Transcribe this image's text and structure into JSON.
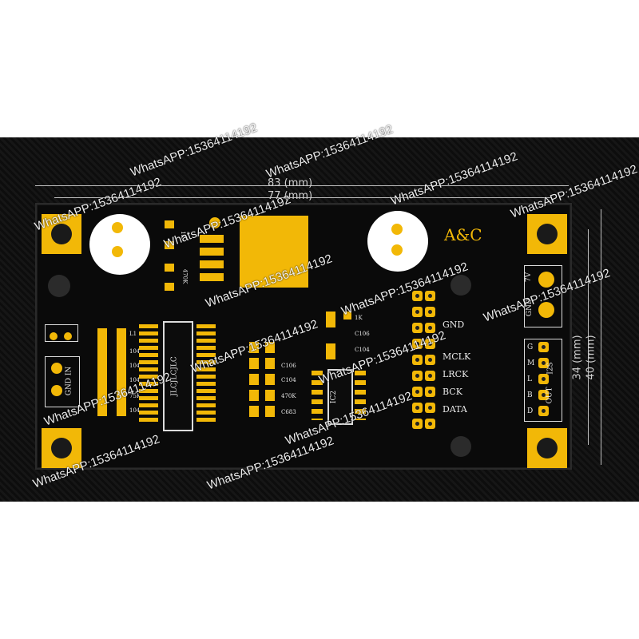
{
  "board": {
    "brand": "A&C",
    "dim_83": "83 (mm)",
    "dim_77": "77 (mm)",
    "dim_34": "34 (mm)",
    "dim_40": "40 (mm)"
  },
  "labels": {
    "gnd": "GND",
    "mclk": "MCLK",
    "lrck": "LRCK",
    "bck": "BCK",
    "data": "DATA",
    "seven_v": "7V",
    "gnd_top": "GND",
    "g": "G",
    "m": "M",
    "l": "L",
    "b": "B",
    "d": "D",
    "out": "OUT",
    "i2s": "I2S",
    "gnd_in": "GND IN",
    "l1": "L1",
    "r104a": "104",
    "r104b": "104",
    "r104c": "104",
    "r75k": "75K",
    "r104d": "104",
    "c106a": "C106",
    "c104a": "C104",
    "r470k": "470K",
    "c683": "C683",
    "r1k": "1K",
    "c106b": "C106",
    "c104b": "C104",
    "ic2": "IC2",
    "ic_main": "JLCJLCJLC",
    "res_1k": "1K",
    "res_470k": "470K"
  },
  "watermarks": [
    "WhatsAPP:15364114192",
    "WhatsAPP:15364114192",
    "WhatsAPP:15364114192",
    "WhatsAPP:15364114192",
    "WhatsAPP:15364114192",
    "WhatsAPP:15364114192",
    "WhatsAPP:15364114192",
    "WhatsAPP:15364114192",
    "WhatsAPP:15364114192",
    "WhatsAPP:15364114192",
    "WhatsAPP:15364114192",
    "WhatsAPP:15364114192",
    "WhatsAPP:15364114192",
    "WhatsAPP:15364114192",
    "WhatsAPP:15364114192"
  ],
  "colors": {
    "gold": "#f2b807",
    "board": "#0a0a0a",
    "silkscreen": "#e9e9e9"
  }
}
